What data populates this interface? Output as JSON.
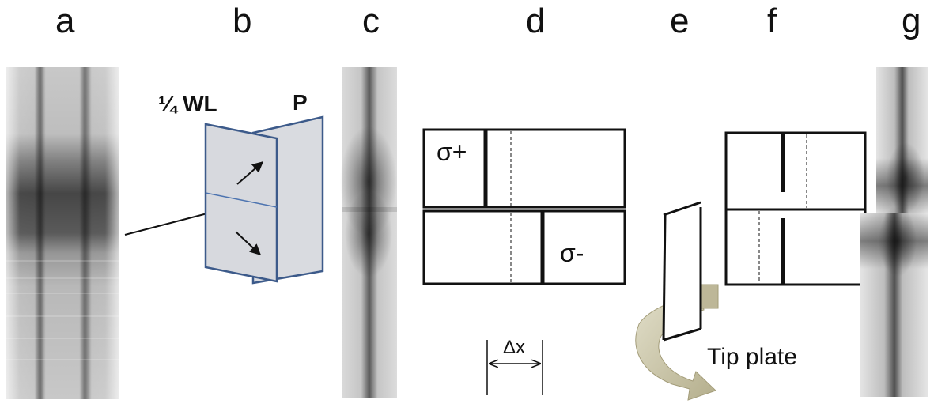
{
  "panel_labels": [
    "a",
    "b",
    "c",
    "d",
    "e",
    "f",
    "g"
  ],
  "plates": {
    "quarter_wave_label": "¼ WL",
    "polarizer_label": "P"
  },
  "beam_splitter": {
    "sigma_plus": "σ+",
    "sigma_minus": "σ-",
    "shift_label": "Δx"
  },
  "tip_plate_label": "Tip plate",
  "colors": {
    "plate_fill": "#d7d9de",
    "plate_edge": "#3c5a8a",
    "tip_arrow_fill": "#c9c4a6",
    "line": "#111111"
  }
}
